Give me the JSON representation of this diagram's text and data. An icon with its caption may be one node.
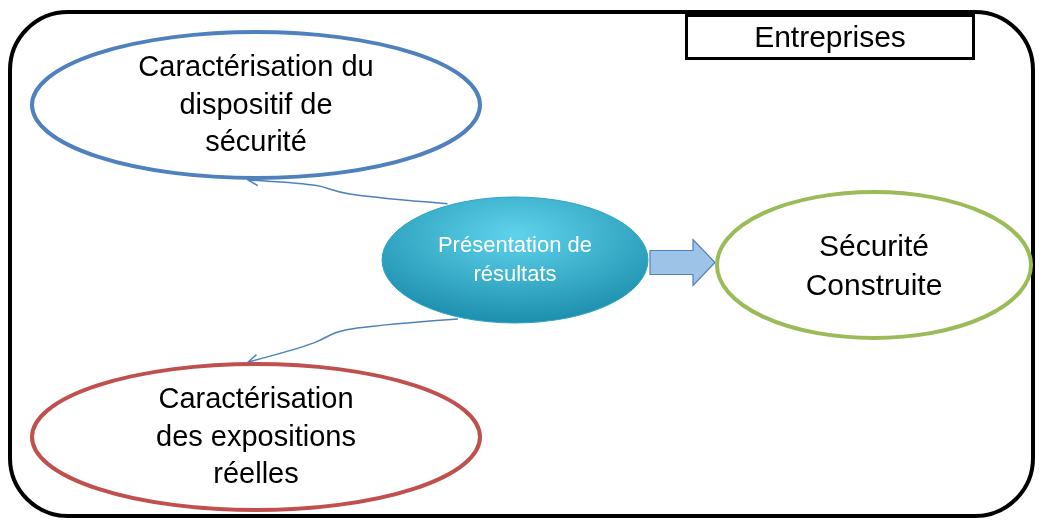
{
  "diagram": {
    "nodes": [
      {
        "text": [],
        "shape": "box"
      },
      {
        "text": [
          "Entreprises"
        ],
        "in": 0
      },
      {
        "text": [
          "Caractérisation du dispositif de sécurité"
        ],
        "in": 0
      },
      {
        "text": [
          "Présentation de résultats"
        ],
        "in": 0
      },
      {
        "text": [
          "Sécurité Construite"
        ],
        "in": 0
      },
      {
        "text": [
          "Caractérisation des expositions réelles"
        ],
        "in": 0
      }
    ],
    "edges": [
      {
        "from": 3,
        "to": 2,
        "arrow": "to"
      },
      {
        "from": 3,
        "to": 5,
        "arrow": "to"
      },
      {
        "from": 3,
        "to": 4,
        "arrow": "to",
        "style": "thick",
        "color": "#9dc3e6"
      }
    ]
  }
}
